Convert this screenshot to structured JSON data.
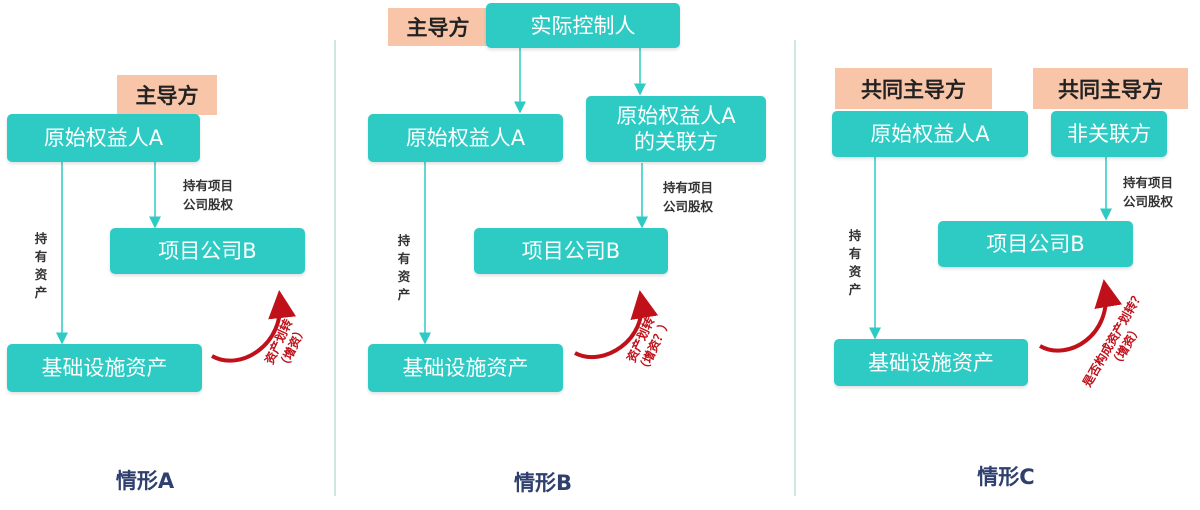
{
  "colors": {
    "box": "#2ecbc4",
    "tag": "#f8c5a8",
    "arrow": "#2ecbc4",
    "red": "#c0101a",
    "caption": "#2f3f6e"
  },
  "scenario_a": {
    "tag": "主导方",
    "holder": "原始权益人A",
    "project_co": "项目公司B",
    "asset": "基础设施资产",
    "equity_label": "持有项目\n公司股权",
    "hold_asset_label": "持有资产",
    "transfer_label": "资产划转\n（增资）",
    "caption": "情形A"
  },
  "scenario_b": {
    "tag": "主导方",
    "controller": "实际控制人",
    "holder": "原始权益人A",
    "related": "原始权益人A\n的关联方",
    "project_co": "项目公司B",
    "asset": "基础设施资产",
    "equity_label": "持有项目\n公司股权",
    "hold_asset_label": "持有资产",
    "transfer_label": "资产划转\n（增资？）",
    "caption": "情形B"
  },
  "scenario_c": {
    "tag_left": "共同主导方",
    "tag_right": "共同主导方",
    "holder": "原始权益人A",
    "non_related": "非关联方",
    "project_co": "项目公司B",
    "asset": "基础设施资产",
    "equity_label": "持有项目\n公司股权",
    "hold_asset_label": "持有资产",
    "transfer_label": "是否构成资产划转？\n（增资）",
    "caption": "情形C"
  }
}
